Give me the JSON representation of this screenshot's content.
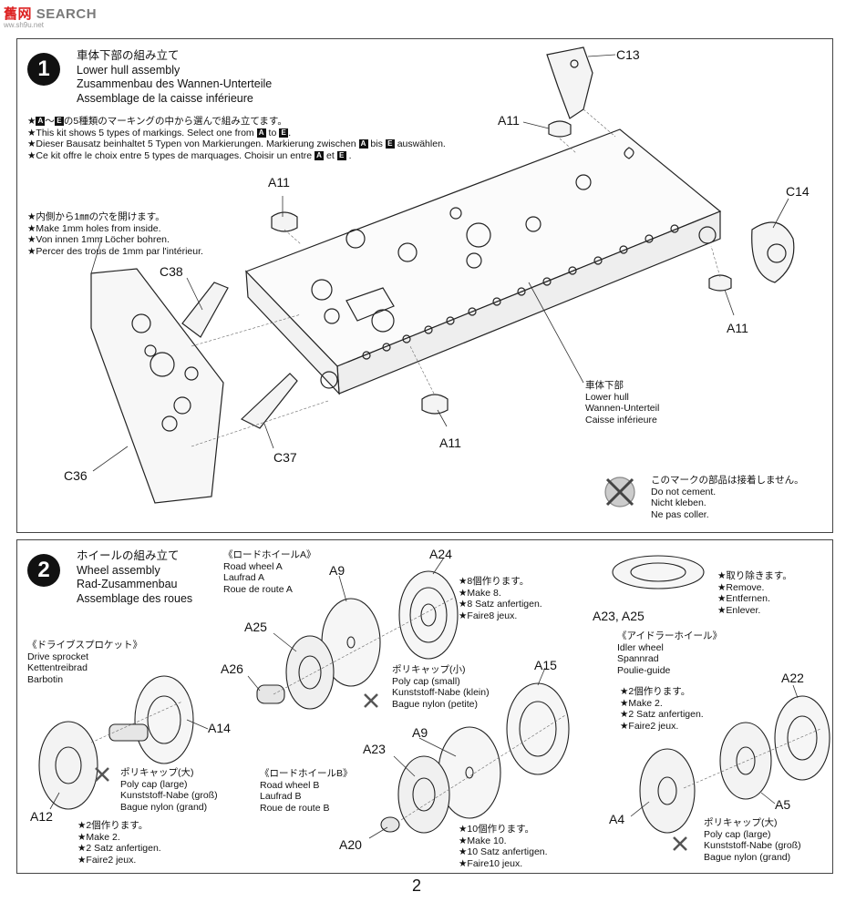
{
  "watermark": {
    "brand_cn": "舊网",
    "brand": "SEARCH",
    "url": "ww.sh9u.net"
  },
  "step1": {
    "number": "1",
    "title": [
      "車体下部の組み立て",
      "Lower hull assembly",
      "Zusammenbau des Wannen-Unterteile",
      "Assemblage de la caisse inférieure"
    ],
    "marking_notes": [
      {
        "pre": "★",
        "a": "A",
        "mid": "〜",
        "b": "E",
        "post": "の5種類のマーキングの中から選んで組み立てます。"
      },
      {
        "pre": "★This kit shows 5 types of markings. Select one from",
        "a": "A",
        "mid": "to",
        "b": "E",
        "post": "."
      },
      {
        "pre": "★Dieser Bausatz beinhaltet 5 Typen von Markierungen. Markierung zwischen",
        "a": "A",
        "mid": "bis",
        "b": "E",
        "post": "auswählen."
      },
      {
        "pre": "★Ce kit offre le choix entre 5 types de marquages. Choisir un entre",
        "a": "A",
        "mid": "et",
        "b": "E",
        "post": "."
      }
    ],
    "hole_notes": [
      "★内側から1㎜の穴を開けます。",
      "★Make 1mm holes from inside.",
      "★Von innen 1mm Löcher bohren.",
      "★Percer des trous de 1mm par l'intérieur."
    ],
    "hull_caption": [
      "車体下部",
      "Lower hull",
      "Wannen-Unterteil",
      "Caisse inférieure"
    ],
    "no_cement": [
      "このマークの部品は接着しません。",
      "Do not cement.",
      "Nicht kleben.",
      "Ne pas coller."
    ],
    "parts": {
      "c13": "C13",
      "a11_top": "A11",
      "a11_left": "A11",
      "c14": "C14",
      "a11_right": "A11",
      "c38": "C38",
      "a11_bottom": "A11",
      "c37": "C37",
      "c36": "C36"
    }
  },
  "step2": {
    "number": "2",
    "title": [
      "ホイールの組み立て",
      "Wheel assembly",
      "Rad-Zusammenbau",
      "Assemblage des roues"
    ],
    "road_wheel_a": [
      "《ロードホイールA》",
      "Road wheel A",
      "Laufrad A",
      "Roue de route A"
    ],
    "make8": [
      "★8個作ります。",
      "★Make 8.",
      "★8 Satz anfertigen.",
      "★Faire8 jeux."
    ],
    "poly_small": [
      "ポリキャップ(小)",
      "Poly cap (small)",
      "Kunststoff-Nabe (klein)",
      "Bague nylon (petite)"
    ],
    "drive_sprocket": [
      "《ドライブスプロケット》",
      "Drive sprocket",
      "Kettentreibrad",
      "Barbotin"
    ],
    "poly_large_left": [
      "ポリキャップ(大)",
      "Poly cap (large)",
      "Kunststoff-Nabe (groß)",
      "Bague nylon (grand)"
    ],
    "make2_left": [
      "★2個作ります。",
      "★Make 2.",
      "★2 Satz anfertigen.",
      "★Faire2 jeux."
    ],
    "road_wheel_b": [
      "《ロードホイールB》",
      "Road wheel B",
      "Laufrad B",
      "Roue de route B"
    ],
    "make10": [
      "★10個作ります。",
      "★Make 10.",
      "★10 Satz anfertigen.",
      "★Faire10 jeux."
    ],
    "remove": [
      "★取り除きます。",
      "★Remove.",
      "★Entfernen.",
      "★Enlever."
    ],
    "idler": [
      "《アイドラーホイール》",
      "Idler wheel",
      "Spannrad",
      "Poulie-guide"
    ],
    "make2_right": [
      "★2個作ります。",
      "★Make 2.",
      "★2 Satz anfertigen.",
      "★Faire2 jeux."
    ],
    "poly_large_right": [
      "ポリキャップ(大)",
      "Poly cap (large)",
      "Kunststoff-Nabe (groß)",
      "Bague nylon (grand)"
    ],
    "parts": {
      "a24": "A24",
      "a9_top": "A9",
      "a25": "A25",
      "a26": "A26",
      "a15": "A15",
      "a14": "A14",
      "a12": "A12",
      "a23": "A23",
      "a9_bottom": "A9",
      "a20": "A20",
      "a23_a25": "A23, A25",
      "a22": "A22",
      "a5": "A5",
      "a4": "A4"
    }
  },
  "page_number": "2"
}
